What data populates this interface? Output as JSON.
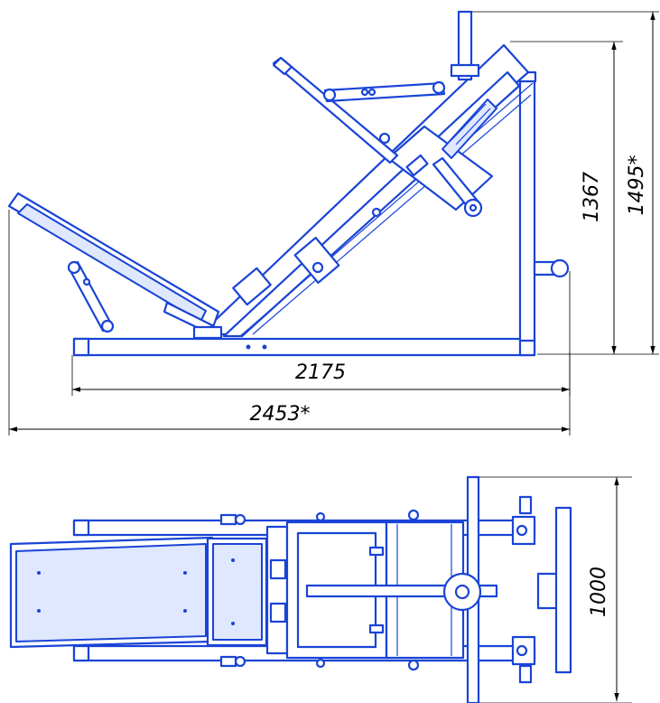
{
  "dimensions": {
    "frame_height": "1367",
    "overall_height": "1495*",
    "frame_length": "2175",
    "overall_length": "2453*",
    "overall_width": "1000"
  },
  "colors": {
    "part_stroke": "#1a44d6",
    "dimension_stroke": "#000000"
  }
}
